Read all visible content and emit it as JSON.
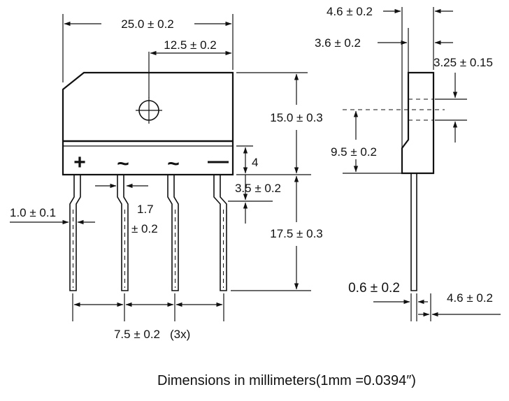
{
  "front_view": {
    "overall_width": "25.0 ± 0.2",
    "center_offset": "12.5 ± 0.2",
    "body_height": "15.0 ± 0.3",
    "band_height": "4",
    "shoulder_drop": "3.5 ± 0.2",
    "lead_length": "17.5 ± 0.3",
    "lead_width": "1.0 ± 0.1",
    "shoulder_width_value": "1.7",
    "shoulder_width_tol": "± 0.2",
    "pitch": "7.5 ± 0.2",
    "pitch_count": "(3x)",
    "pin_symbols": [
      "+",
      "~",
      "~",
      "—"
    ]
  },
  "side_view": {
    "thickness_outer": "4.6 ± 0.2",
    "thickness_body": "3.6 ± 0.2",
    "hole_diameter": "3.25 ± 0.15",
    "hole_offset": "9.5 ± 0.2",
    "lead_thickness": "0.6 ± 0.2",
    "lead_offset": "4.6 ± 0.2"
  },
  "footer": {
    "note": "Dimensions in millimeters(1mm =0.0394″)"
  }
}
